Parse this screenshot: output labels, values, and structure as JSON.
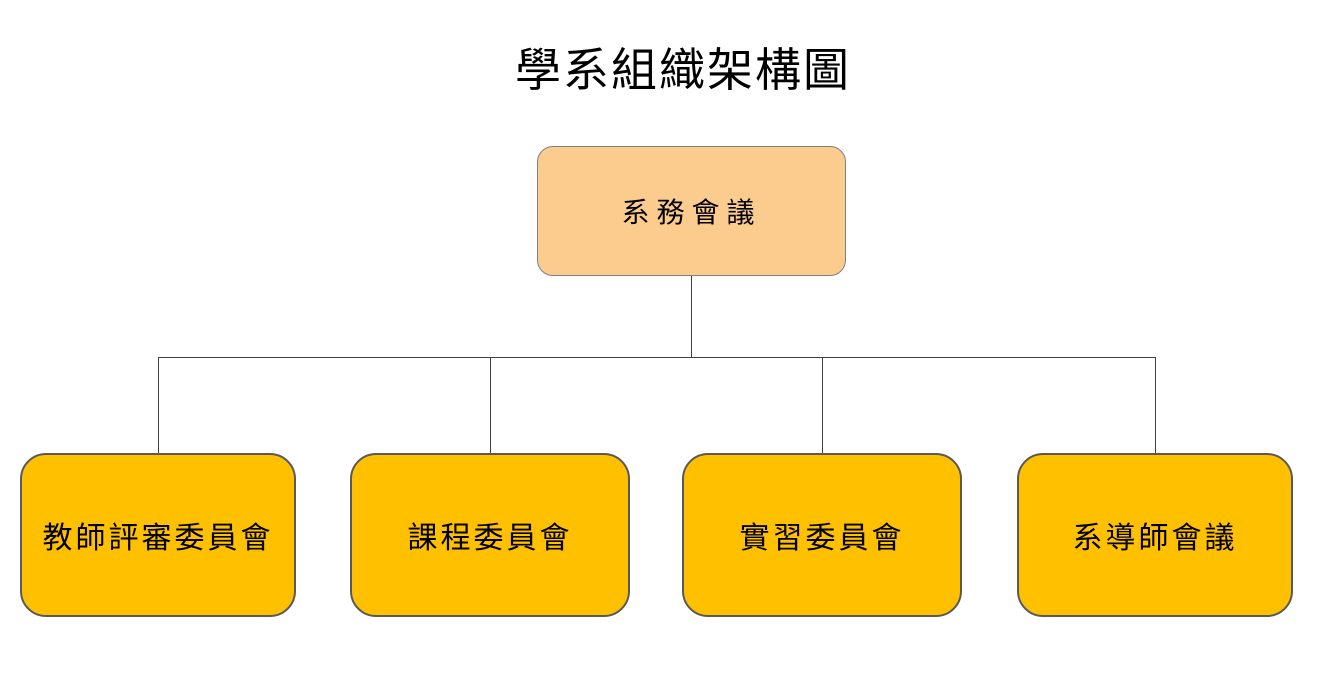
{
  "title": "學系組織架構圖",
  "org": {
    "root": {
      "label": "系務會議"
    },
    "children": [
      {
        "label": "教師評審委員會"
      },
      {
        "label": "課程委員會"
      },
      {
        "label": "實習委員會"
      },
      {
        "label": "系導師會議"
      }
    ]
  },
  "colors": {
    "background": "#FFFFFF",
    "root_fill": "#FCCB8E",
    "root_border": "#808080",
    "child_fill": "#FFC000",
    "child_border": "#595959",
    "connector": "#404040",
    "text": "#000000"
  }
}
